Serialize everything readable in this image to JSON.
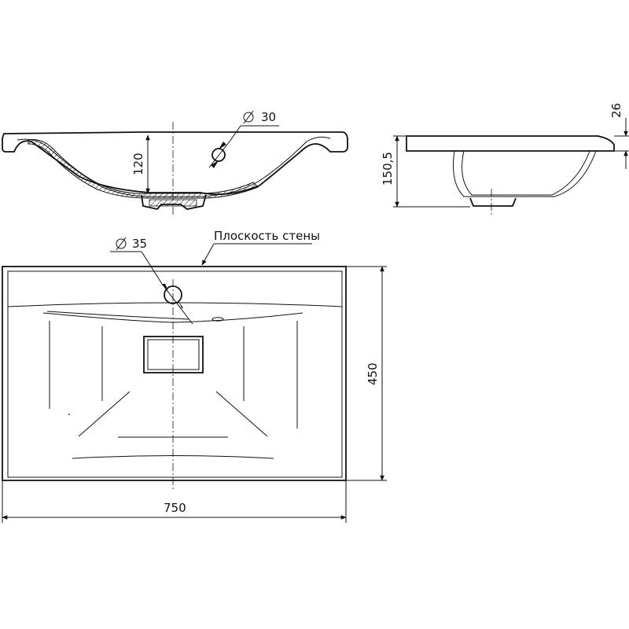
{
  "labels": {
    "hole_small_diameter": "30",
    "hole_large_diameter": "35",
    "bowl_depth": "120",
    "side_height": "150,5",
    "rim_thickness": "26",
    "depth_450": "450",
    "width_750": "750",
    "wall_plane": "Плоскость стены"
  },
  "symbols": {
    "diameter": "diameter-symbol"
  },
  "colors": {
    "line": "#111111",
    "background": "#ffffff"
  }
}
